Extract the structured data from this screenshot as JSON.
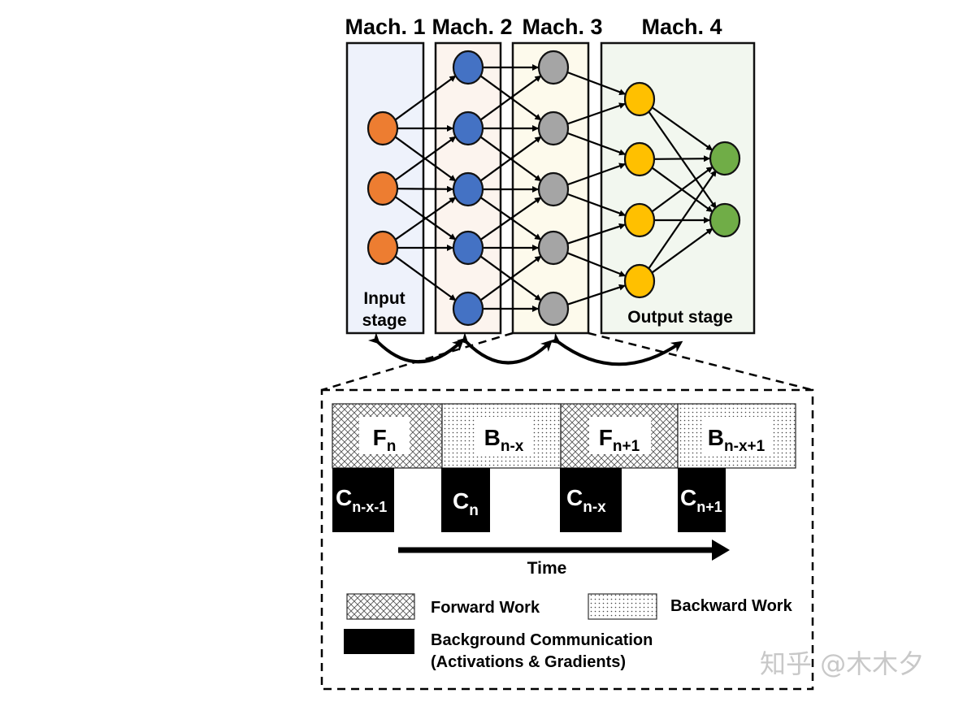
{
  "machines": [
    {
      "label": "Mach. 1",
      "stage_label": [
        "Input",
        "stage"
      ],
      "fill": "#eef2fb",
      "node_color": "#ed7d31",
      "nodes": 3
    },
    {
      "label": "Mach. 2",
      "stage_label": [],
      "fill": "#fcf4ee",
      "node_color": "#4472c4",
      "nodes": 5
    },
    {
      "label": "Mach. 3",
      "stage_label": [],
      "fill": "#fdfaec",
      "node_color": "#a5a5a5",
      "nodes": 5
    },
    {
      "label": "Mach. 4",
      "stage_label": [
        "Output stage"
      ],
      "fill": "#f2f7ef",
      "node_colors": {
        "hidden": "#ffc000",
        "output": "#70ad47"
      },
      "nodes": 6
    }
  ],
  "timeline": {
    "work": [
      {
        "type": "forward",
        "base": "F",
        "sub": "n"
      },
      {
        "type": "backward",
        "base": "B",
        "sub": "n-x"
      },
      {
        "type": "forward",
        "base": "F",
        "sub": "n+1"
      },
      {
        "type": "backward",
        "base": "B",
        "sub": "n-x+1"
      }
    ],
    "communication": [
      {
        "base": "C",
        "sub": "n-x-1"
      },
      {
        "base": "C",
        "sub": "n"
      },
      {
        "base": "C",
        "sub": "n-x"
      },
      {
        "base": "C",
        "sub": "n+1"
      }
    ],
    "axis_label": "Time"
  },
  "legend": {
    "forward": "Forward Work",
    "backward": "Backward Work",
    "comm_line1": "Background Communication",
    "comm_line2": "(Activations & Gradients)"
  },
  "watermark": "知乎 @木木夕"
}
